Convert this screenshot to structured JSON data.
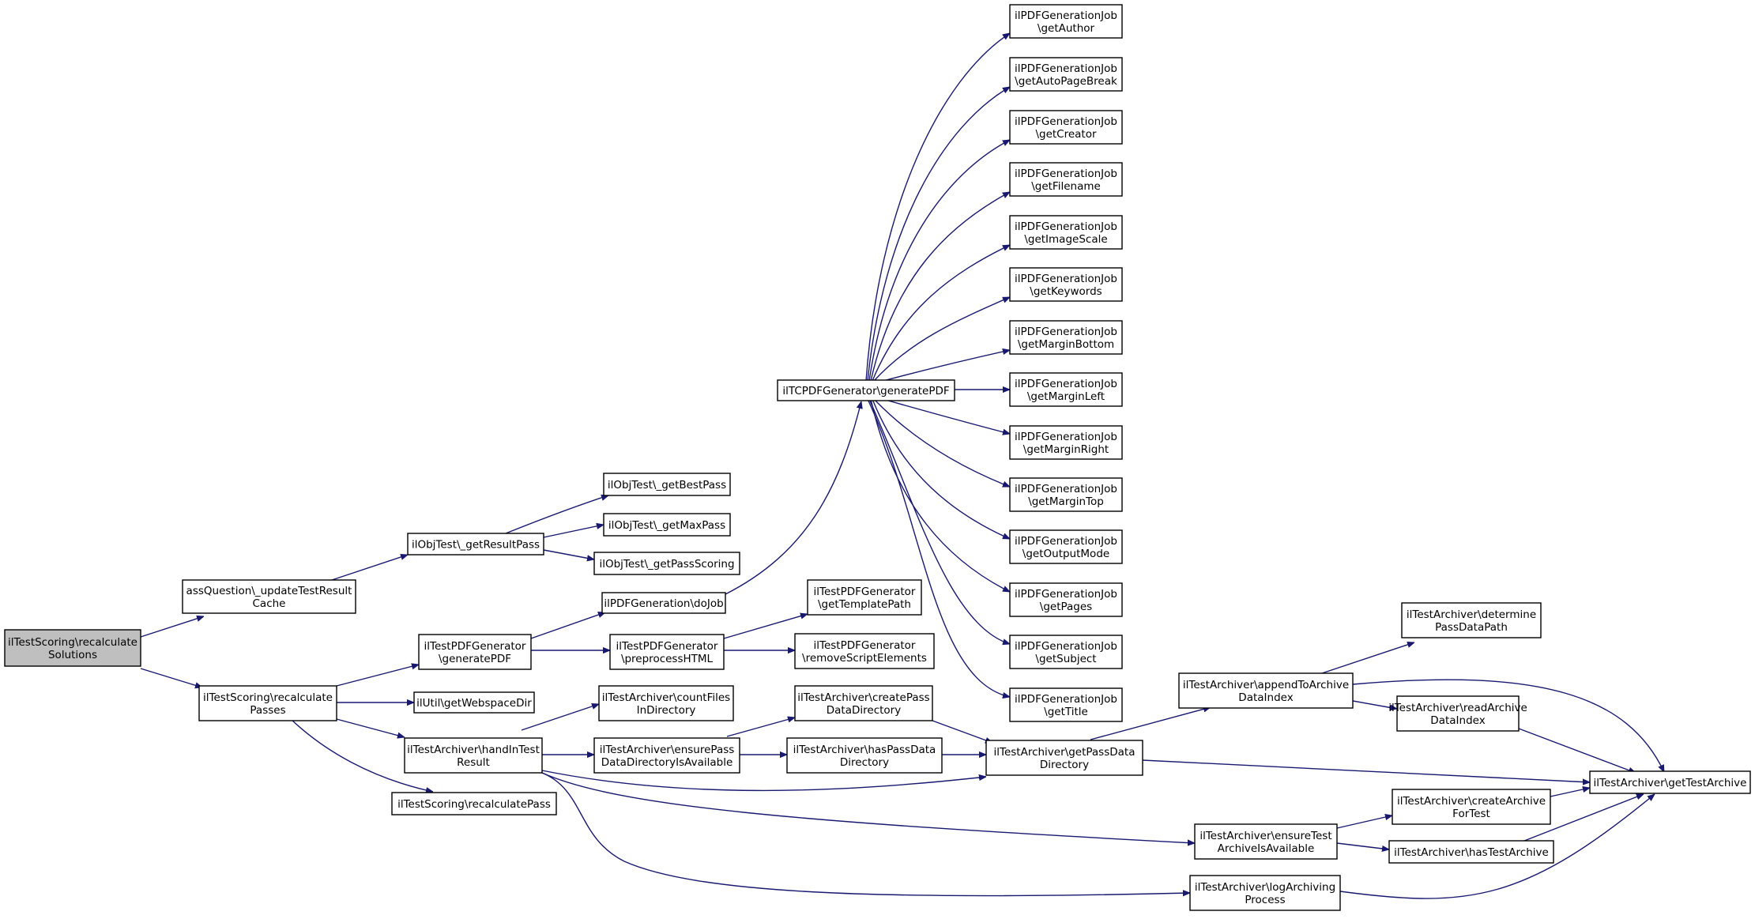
{
  "nodes": [
    {
      "id": "root",
      "lines": [
        "ilTestScoring\\recalculate",
        "Solutions"
      ],
      "root": true
    },
    {
      "id": "assq",
      "lines": [
        "assQuestion\\_updateTestResult",
        "Cache"
      ]
    },
    {
      "id": "getresultpass",
      "lines": [
        "ilObjTest\\_getResultPass"
      ]
    },
    {
      "id": "getbestpass",
      "lines": [
        "ilObjTest\\_getBestPass"
      ]
    },
    {
      "id": "getmaxpass",
      "lines": [
        "ilObjTest\\_getMaxPass"
      ]
    },
    {
      "id": "getpassscoring",
      "lines": [
        "ilObjTest\\_getPassScoring"
      ]
    },
    {
      "id": "recalcpasses",
      "lines": [
        "ilTestScoring\\recalculate",
        "Passes"
      ]
    },
    {
      "id": "testpdfgen",
      "lines": [
        "ilTestPDFGenerator",
        "\\generatePDF"
      ]
    },
    {
      "id": "dojob",
      "lines": [
        "ilPDFGeneration\\doJob"
      ]
    },
    {
      "id": "tcpdf",
      "lines": [
        "ilTCPDFGenerator\\generatePDF"
      ]
    },
    {
      "id": "author",
      "lines": [
        "ilPDFGenerationJob",
        "\\getAuthor"
      ]
    },
    {
      "id": "autopagebreak",
      "lines": [
        "ilPDFGenerationJob",
        "\\getAutoPageBreak"
      ]
    },
    {
      "id": "creator",
      "lines": [
        "ilPDFGenerationJob",
        "\\getCreator"
      ]
    },
    {
      "id": "filename",
      "lines": [
        "ilPDFGenerationJob",
        "\\getFilename"
      ]
    },
    {
      "id": "imagescale",
      "lines": [
        "ilPDFGenerationJob",
        "\\getImageScale"
      ]
    },
    {
      "id": "keywords",
      "lines": [
        "ilPDFGenerationJob",
        "\\getKeywords"
      ]
    },
    {
      "id": "marginbottom",
      "lines": [
        "ilPDFGenerationJob",
        "\\getMarginBottom"
      ]
    },
    {
      "id": "marginleft",
      "lines": [
        "ilPDFGenerationJob",
        "\\getMarginLeft"
      ]
    },
    {
      "id": "marginright",
      "lines": [
        "ilPDFGenerationJob",
        "\\getMarginRight"
      ]
    },
    {
      "id": "margintop",
      "lines": [
        "ilPDFGenerationJob",
        "\\getMarginTop"
      ]
    },
    {
      "id": "outputmode",
      "lines": [
        "ilPDFGenerationJob",
        "\\getOutputMode"
      ]
    },
    {
      "id": "pages",
      "lines": [
        "ilPDFGenerationJob",
        "\\getPages"
      ]
    },
    {
      "id": "subject",
      "lines": [
        "ilPDFGenerationJob",
        "\\getSubject"
      ]
    },
    {
      "id": "title",
      "lines": [
        "ilPDFGenerationJob",
        "\\getTitle"
      ]
    },
    {
      "id": "preprocess",
      "lines": [
        "ilTestPDFGenerator",
        "\\preprocessHTML"
      ]
    },
    {
      "id": "templatepath",
      "lines": [
        "ilTestPDFGenerator",
        "\\getTemplatePath"
      ]
    },
    {
      "id": "removescript",
      "lines": [
        "ilTestPDFGenerator",
        "\\removeScriptElements"
      ]
    },
    {
      "id": "webspace",
      "lines": [
        "ilUtil\\getWebspaceDir"
      ]
    },
    {
      "id": "handin",
      "lines": [
        "ilTestArchiver\\handInTest",
        "Result"
      ]
    },
    {
      "id": "countfiles",
      "lines": [
        "ilTestArchiver\\countFiles",
        "InDirectory"
      ]
    },
    {
      "id": "ensurepass",
      "lines": [
        "ilTestArchiver\\ensurePass",
        "DataDirectoryIsAvailable"
      ]
    },
    {
      "id": "createpass",
      "lines": [
        "ilTestArchiver\\createPass",
        "DataDirectory"
      ]
    },
    {
      "id": "haspass",
      "lines": [
        "ilTestArchiver\\hasPassData",
        "Directory"
      ]
    },
    {
      "id": "getpassdata",
      "lines": [
        "ilTestArchiver\\getPassData",
        "Directory"
      ]
    },
    {
      "id": "appendindex",
      "lines": [
        "ilTestArchiver\\appendToArchive",
        "DataIndex"
      ]
    },
    {
      "id": "determine",
      "lines": [
        "ilTestArchiver\\determine",
        "PassDataPath"
      ]
    },
    {
      "id": "readindex",
      "lines": [
        "ilTestArchiver\\readArchive",
        "DataIndex"
      ]
    },
    {
      "id": "gettestarchive",
      "lines": [
        "ilTestArchiver\\getTestArchive"
      ]
    },
    {
      "id": "createarchive",
      "lines": [
        "ilTestArchiver\\createArchive",
        "ForTest"
      ]
    },
    {
      "id": "ensuretest",
      "lines": [
        "ilTestArchiver\\ensureTest",
        "ArchiveIsAvailable"
      ]
    },
    {
      "id": "hastestarchive",
      "lines": [
        "ilTestArchiver\\hasTestArchive"
      ]
    },
    {
      "id": "logarchiving",
      "lines": [
        "ilTestArchiver\\logArchiving",
        "Process"
      ]
    },
    {
      "id": "recalcpass",
      "lines": [
        "ilTestScoring\\recalculatePass"
      ]
    }
  ]
}
